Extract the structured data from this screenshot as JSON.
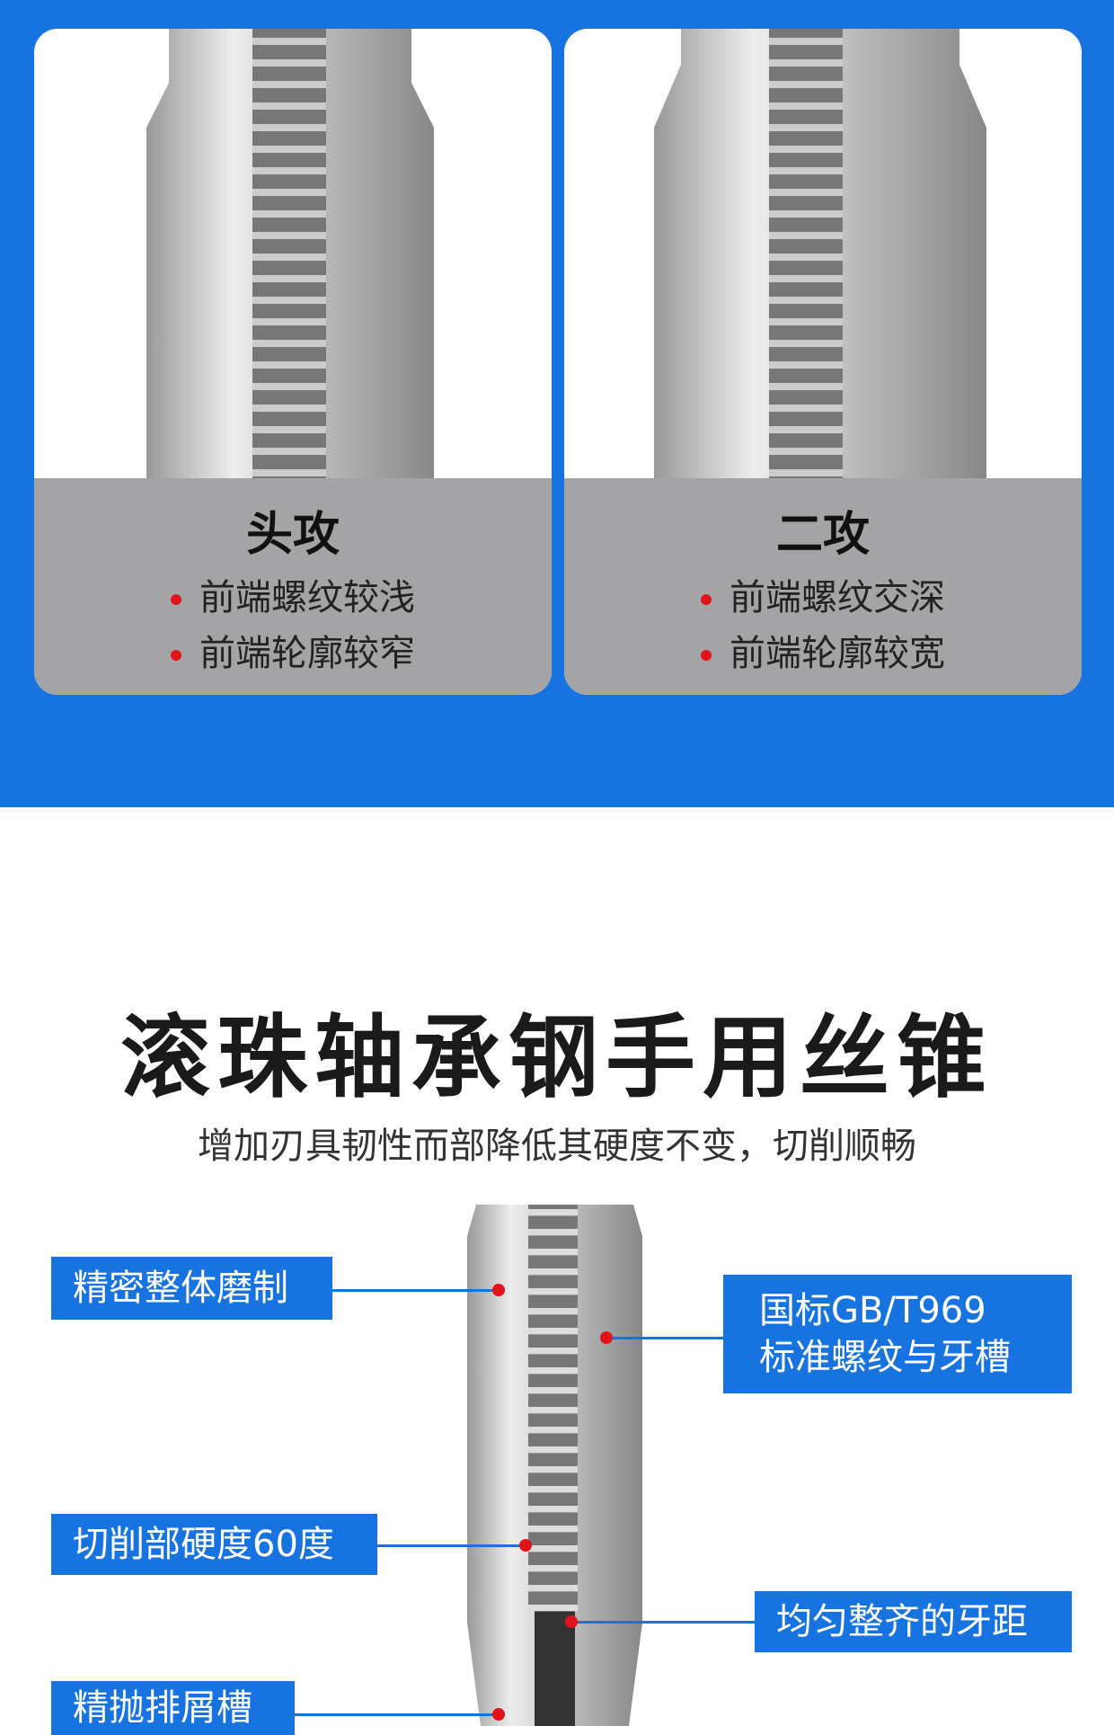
{
  "comparison": [
    {
      "title": "头攻",
      "bullets": [
        "前端螺纹较浅",
        "前端轮廓较窄"
      ]
    },
    {
      "title": "二攻",
      "bullets": [
        "前端螺纹交深",
        "前端轮廓较宽"
      ]
    }
  ],
  "feature": {
    "title": "滚珠轴承钢手用丝锥",
    "subtitle": "增加刃具韧性而部降低其硬度不变，切削顺畅",
    "callouts": [
      "精密整体磨制",
      "国标GB/T969",
      "标准螺纹与牙槽",
      "切削部硬度60度",
      "均匀整齐的牙距",
      "精抛排屑槽"
    ]
  },
  "colors": {
    "accent": "#1673e0",
    "marker": "#e0141a",
    "panel": "#a4a4a6"
  }
}
